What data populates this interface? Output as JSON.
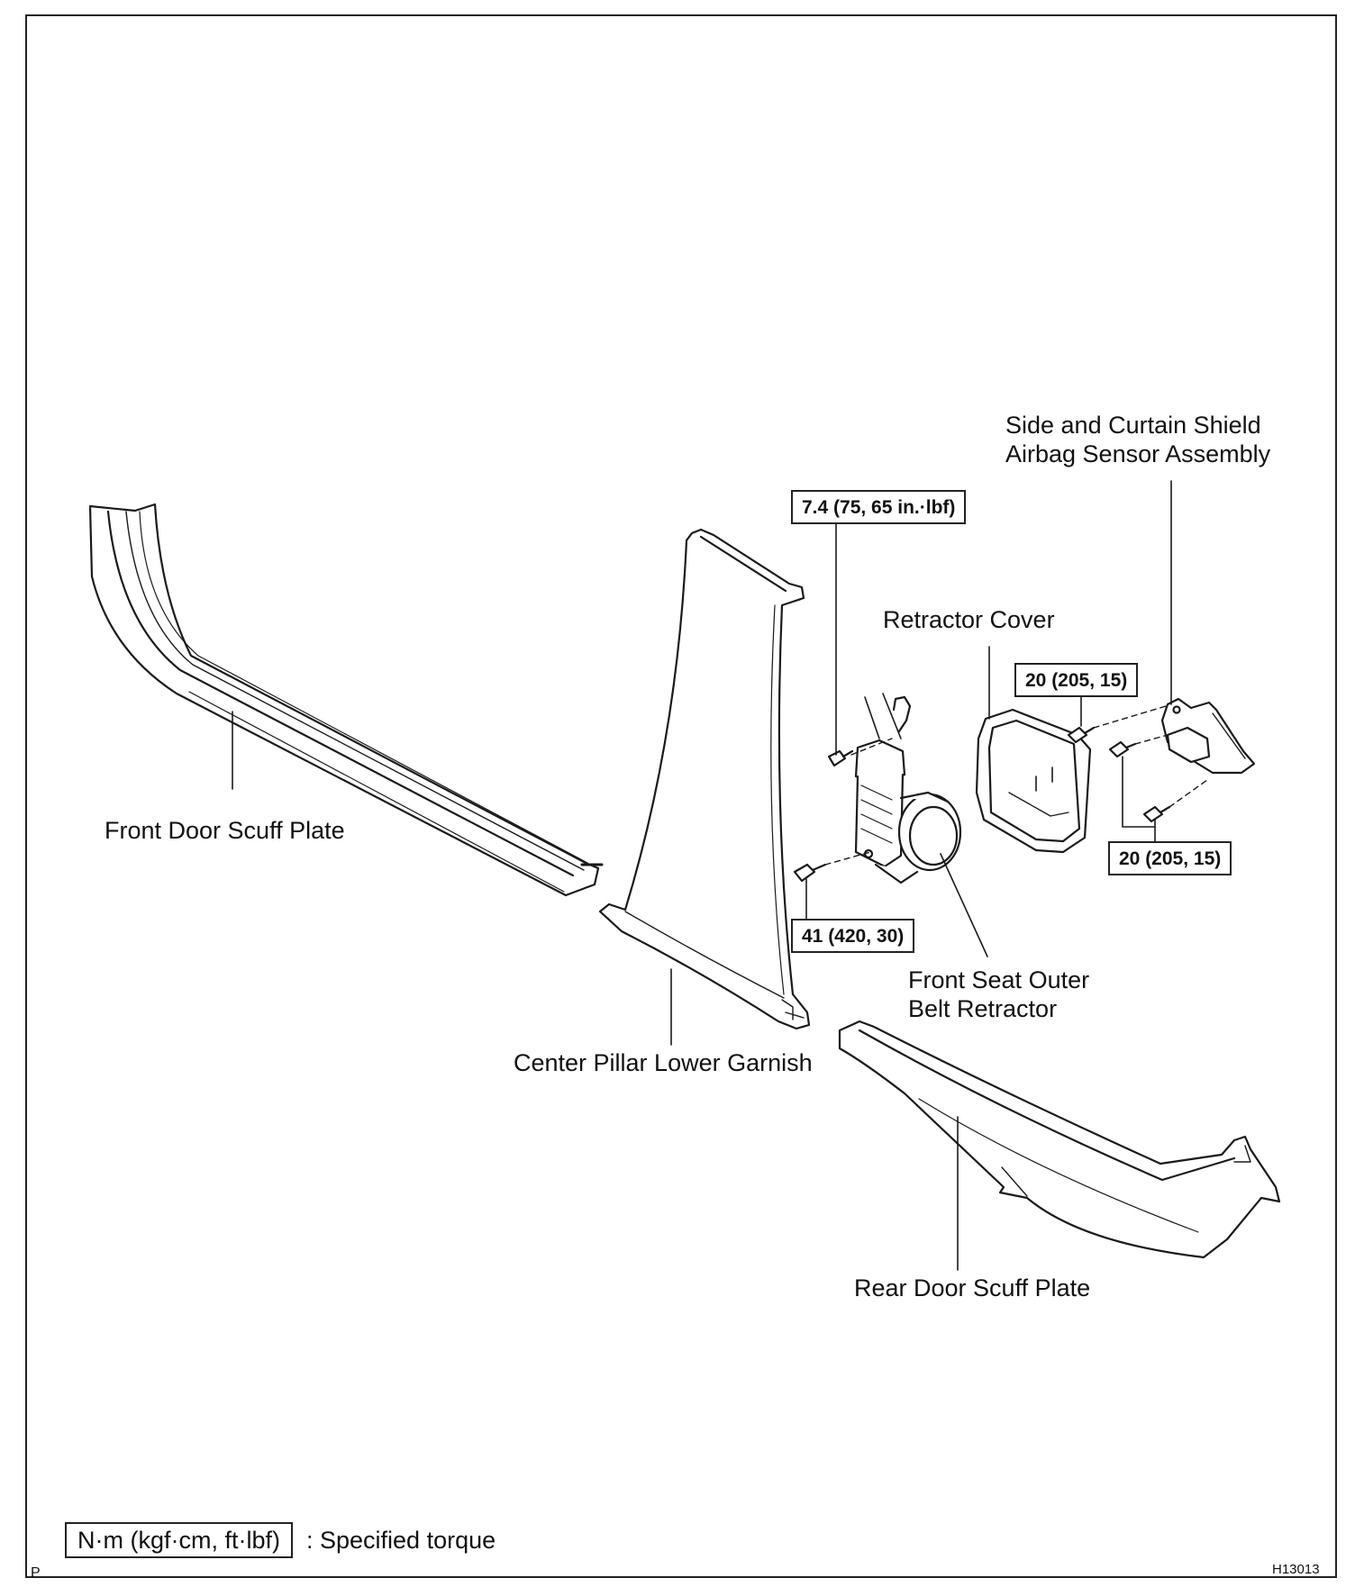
{
  "labels": {
    "side_curtain_sensor": [
      "Side and Curtain Shield",
      "Airbag Sensor Assembly"
    ],
    "retractor_cover": "Retractor Cover",
    "front_door_scuff": "Front Door Scuff Plate",
    "center_pillar": "Center Pillar Lower Garnish",
    "front_seat_retractor": [
      "Front Seat Outer",
      "Belt Retractor"
    ],
    "rear_door_scuff": "Rear Door Scuff Plate"
  },
  "torques": {
    "retractor_top_bolt": "7.4 (75, 65 in.·lbf)",
    "sensor_top_bolt": "20 (205, 15)",
    "sensor_lower_bolts": "20 (205, 15)",
    "retractor_lower_bolt": "41 (420, 30)"
  },
  "legend": {
    "unit_box": "N·m (kgf·cm, ft·lbf)",
    "description": ": Specified torque"
  },
  "corner": {
    "left": "P",
    "right": "H13013"
  }
}
